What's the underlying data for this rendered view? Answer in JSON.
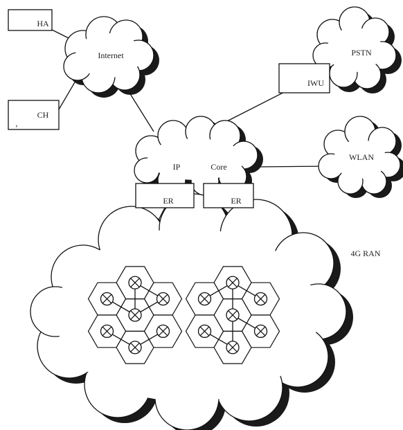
{
  "nodes": {
    "ha": "HA",
    "ch": "CH",
    "internet": "Internet",
    "pstn": "PSTN",
    "iwu": "IWU",
    "ip": "IP",
    "core": "Core",
    "wlan": "WLAN",
    "er_left": "ER",
    "er_right": "ER",
    "ran": "4G RAN"
  },
  "stray_mark": ","
}
